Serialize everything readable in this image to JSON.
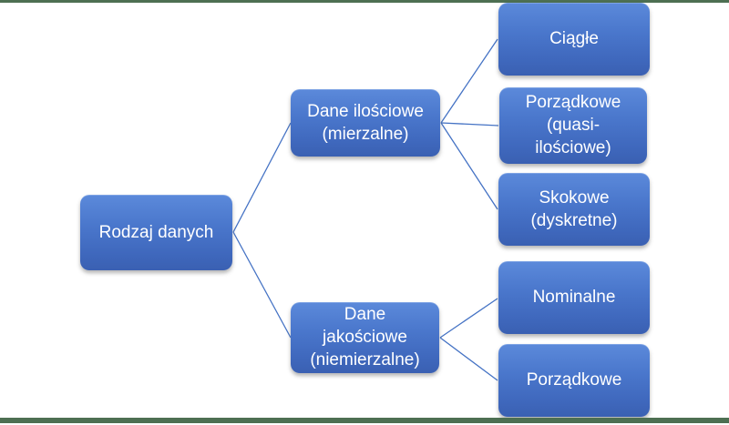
{
  "nodes": {
    "root": {
      "label": "Rodzaj danych"
    },
    "quantitative": {
      "label": "Dane ilościowe\n(mierzalne)"
    },
    "qualitative": {
      "label": "Dane\njakościowe\n(niemierzalne)"
    },
    "continuous": {
      "label": "Ciągłe"
    },
    "ordinal_quasi": {
      "label": "Porządkowe\n(quasi-\nilościowe)"
    },
    "discrete": {
      "label": "Skokowe\n(dyskretne)"
    },
    "nominal": {
      "label": "Nominalne"
    },
    "ordinal": {
      "label": "Porządkowe"
    }
  },
  "edges": [
    {
      "from": "root",
      "to": "quantitative"
    },
    {
      "from": "root",
      "to": "qualitative"
    },
    {
      "from": "quantitative",
      "to": "continuous"
    },
    {
      "from": "quantitative",
      "to": "ordinal_quasi"
    },
    {
      "from": "quantitative",
      "to": "discrete"
    },
    {
      "from": "qualitative",
      "to": "nominal"
    },
    {
      "from": "qualitative",
      "to": "ordinal"
    }
  ],
  "colors": {
    "node_fill": "#4472c4",
    "node_text": "#ffffff",
    "connector": "#4472c4",
    "frame_line": "#4d6f52"
  }
}
